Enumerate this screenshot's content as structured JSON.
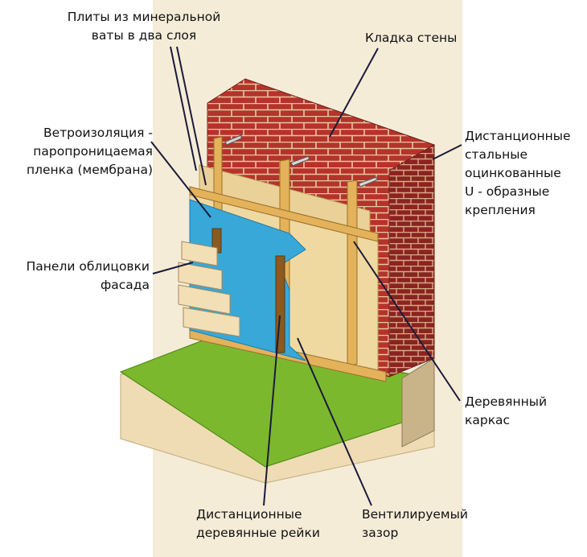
{
  "labels": {
    "mineral_wool": [
      "Плиты из минеральной",
      "ваты в два слоя"
    ],
    "wall_masonry": [
      "Кладка стены"
    ],
    "wind_barrier": [
      "Ветроизоляция -",
      "паропроницаемая",
      "пленка (мембрана)"
    ],
    "u_brackets": [
      "Дистанционные",
      "стальные",
      "оцинкованные",
      "U - образные",
      "крепления"
    ],
    "facade_panels": [
      "Панели облицовки",
      "фасада"
    ],
    "wood_frame": [
      "Деревянный",
      "каркас"
    ],
    "wood_battens": [
      "Дистанционные",
      "деревянные рейки"
    ],
    "vent_gap": [
      "Вентилируемый",
      "зазор"
    ]
  },
  "colors": {
    "background_panel": "#f5ecd8",
    "brick": "#b5332b",
    "brick_dark": "#8a2420",
    "mortar": "#e8c7a0",
    "insulation": "#f0d9a0",
    "membrane": "#38a8d8",
    "wood": "#e3b25a",
    "grass": "#7cb82e",
    "ground": "#efdcb4",
    "leader_line": "#1a1a3a"
  }
}
